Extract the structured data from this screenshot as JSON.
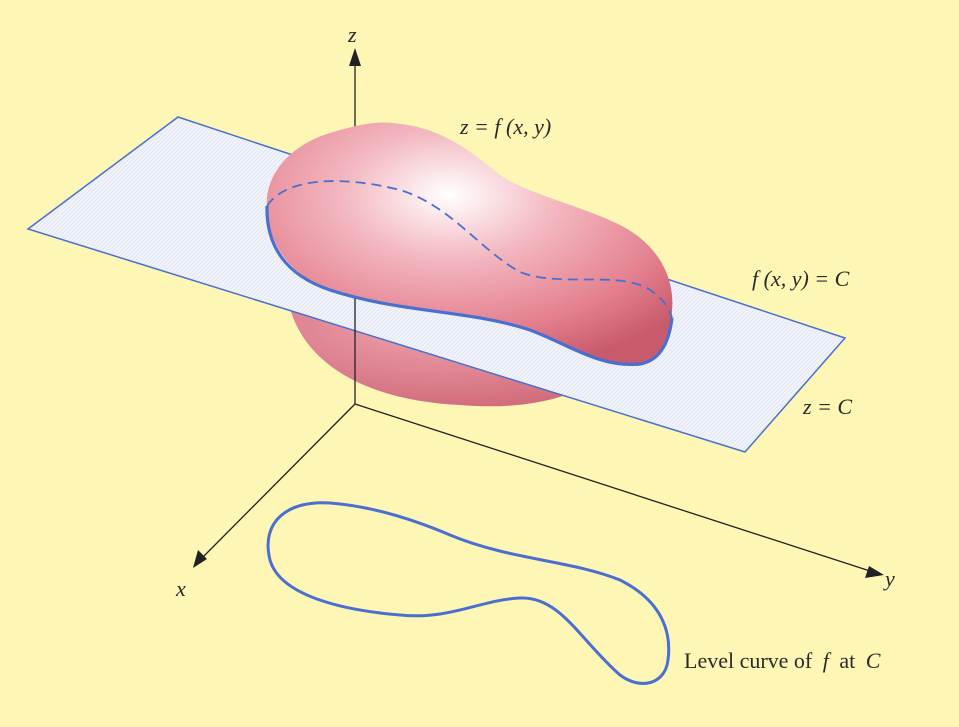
{
  "colors": {
    "background": "#fdf6b4",
    "plane_fill": "#eef1fa",
    "plane_edge": "#4a6fd0",
    "surface": "#e98f9c",
    "surface_shadow": "#c65a6a",
    "curve": "#4a6fd0",
    "axis": "#222222"
  },
  "labels": {
    "z_axis": "z",
    "x_axis": "x",
    "y_axis": "y",
    "surface_eq": "z = f (x, y)",
    "contour_eq": "f (x, y) = C",
    "plane_eq": "z = C",
    "level_curve_text": "Level curve of",
    "level_curve_f": "f",
    "level_curve_at": "at",
    "level_curve_C": "C"
  }
}
